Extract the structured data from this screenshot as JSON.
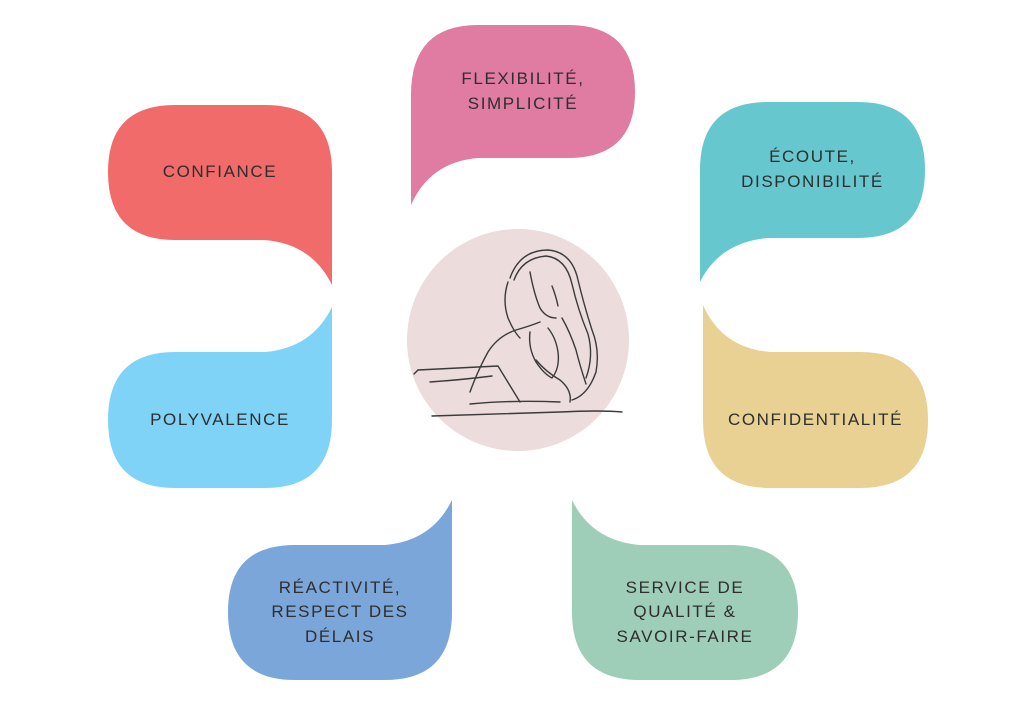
{
  "diagram": {
    "center": {
      "icon": "woman-at-laptop-sketch-icon",
      "fill": "#ecdcdc",
      "stroke": "#3a3a3a"
    },
    "blobs": [
      {
        "id": "flexibilite",
        "label": "FLEXIBILITÉ,\nSIMPLICITÉ",
        "color": "#e07ba2"
      },
      {
        "id": "confiance",
        "label": "CONFIANCE",
        "color": "#f06b6a"
      },
      {
        "id": "ecoute",
        "label": "ÉCOUTE,\nDISPONIBILITÉ",
        "color": "#66c7cf"
      },
      {
        "id": "polyvalence",
        "label": "POLYVALENCE",
        "color": "#7ed3f7"
      },
      {
        "id": "confidentialite",
        "label": "CONFIDENTIALITÉ",
        "color": "#e8d193"
      },
      {
        "id": "reactivite",
        "label": "RÉACTIVITÉ,\nRESPECT DES\nDÉLAIS",
        "color": "#7ba6d9"
      },
      {
        "id": "service",
        "label": "SERVICE DE\nQUALITÉ &\nSAVOIR-FAIRE",
        "color": "#9ecdb8"
      }
    ],
    "text_color": "#2e2e2e"
  }
}
